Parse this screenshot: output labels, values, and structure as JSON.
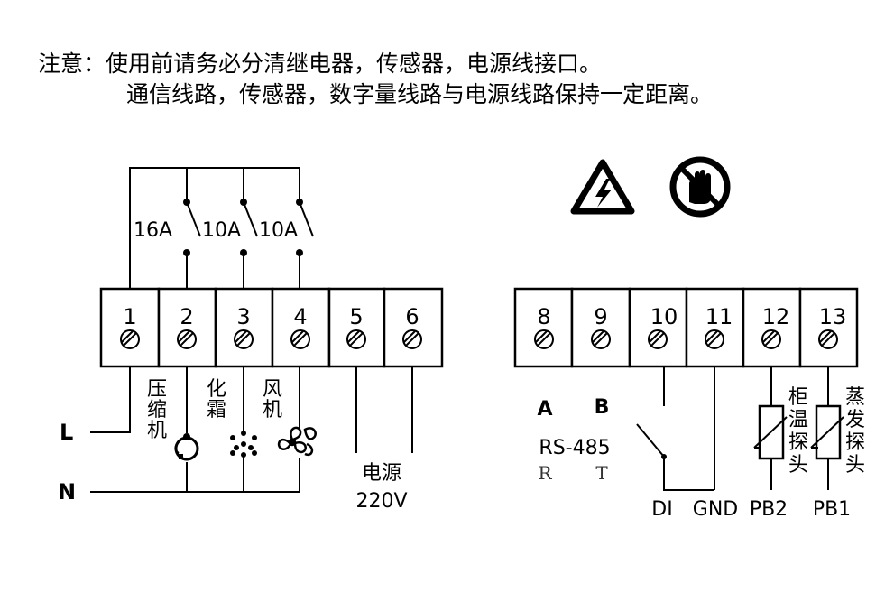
{
  "notice": {
    "line1": "注意：使用前请务必分清继电器，传感器，电源线接口。",
    "line2": "通信线路，传感器，数字量线路与电源线路保持一定距离。"
  },
  "left_block": {
    "terminals": [
      "1",
      "2",
      "3",
      "4",
      "5",
      "6"
    ],
    "relay_ratings": [
      "16A",
      "10A",
      "10A"
    ],
    "loads": [
      {
        "label": "压缩机",
        "chars": [
          "压",
          "缩",
          "机"
        ],
        "icon": "compressor-icon"
      },
      {
        "label": "化霜",
        "chars": [
          "化",
          "霜"
        ],
        "icon": "snowflake-icon"
      },
      {
        "label": "风机",
        "chars": [
          "风",
          "机"
        ],
        "icon": "fan-icon"
      }
    ],
    "line_L": "L",
    "line_N": "N",
    "power_label": "电源",
    "power_voltage": "220V"
  },
  "right_block": {
    "terminals": [
      "8",
      "9",
      "10",
      "11",
      "12",
      "13"
    ],
    "rs485_a": "A",
    "rs485_b": "B",
    "rs485_label": "RS-485",
    "rs485_r": "R",
    "rs485_t": "T",
    "bottom_labels": [
      "DI",
      "GND",
      "PB2",
      "PB1"
    ],
    "sensor1": {
      "label": "柜温探头",
      "chars": [
        "柜",
        "温",
        "探",
        "头"
      ]
    },
    "sensor2": {
      "label": "蒸发探头",
      "chars": [
        "蒸",
        "发",
        "探",
        "头"
      ]
    }
  },
  "icons": [
    "electric-shock-warning-icon",
    "no-touch-icon"
  ]
}
